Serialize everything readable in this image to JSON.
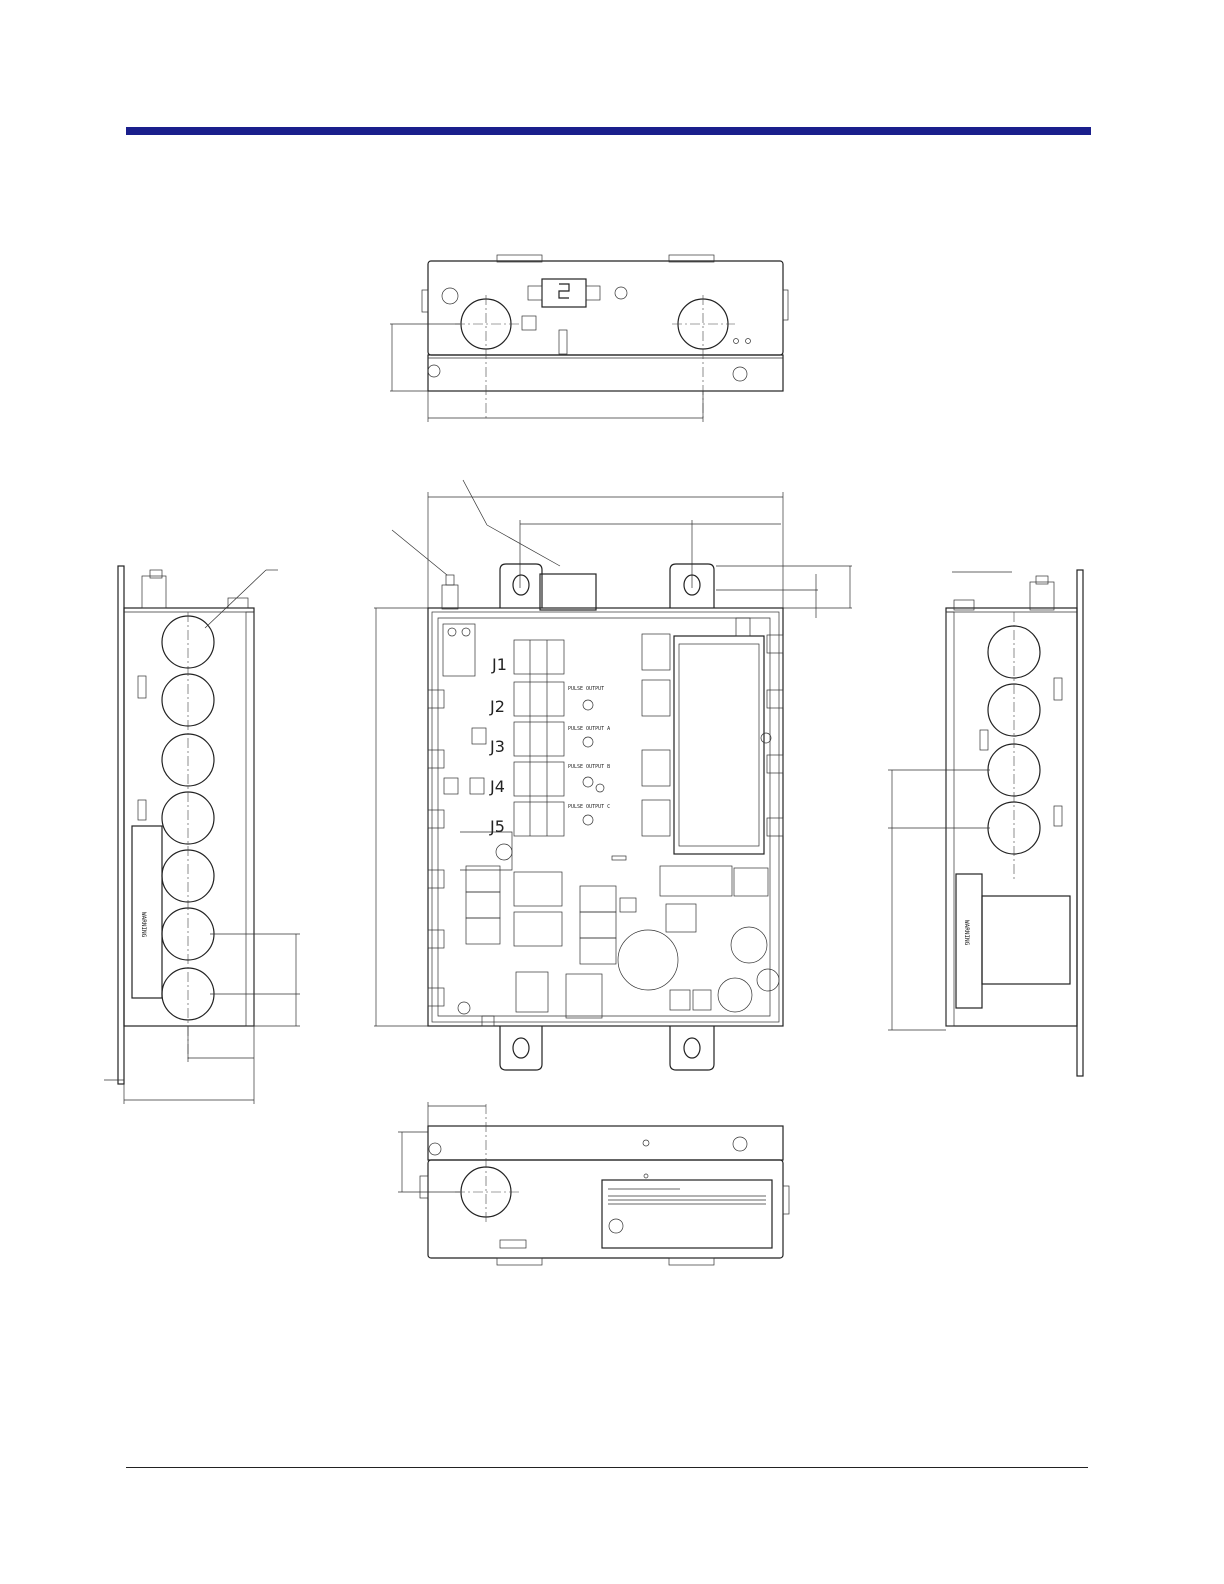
{
  "connectors": {
    "j1": "J1",
    "j2": "J2",
    "j3": "J3",
    "j4": "J4",
    "j5": "J5"
  },
  "board": {
    "pulse_output": "PULSE OUTPUT",
    "pulse_output_a": "PULSE OUTPUT A",
    "pulse_output_b": "PULSE OUTPUT B",
    "pulse_output_c": "PULSE OUTPUT C"
  },
  "colors": {
    "header_rule": "#1a1f8c",
    "line": "#222222"
  }
}
